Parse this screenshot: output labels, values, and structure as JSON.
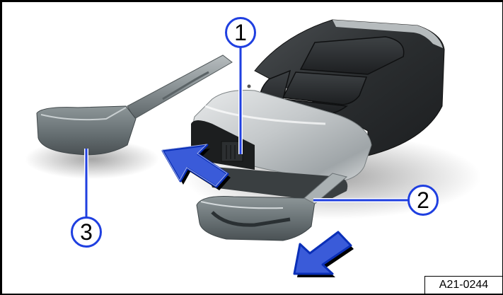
{
  "figure": {
    "id_label": "A21-0244",
    "subject": "vehicle-key-with-emergency-key-blade",
    "border_color": "#000000",
    "background": "#ffffff"
  },
  "callouts": [
    {
      "number": "1",
      "target": "release-button"
    },
    {
      "number": "2",
      "target": "key-blade-in-housing"
    },
    {
      "number": "3",
      "target": "removed-key-blade"
    }
  ],
  "arrows": [
    {
      "name": "push-arrow",
      "direction": "up-right-to-housing",
      "color": "#3a5bd9"
    },
    {
      "name": "pull-arrow",
      "direction": "down-left-out-of-housing",
      "color": "#3a5bd9"
    }
  ],
  "colors": {
    "callout_ring": "#1f3fe0",
    "arrow_fill": "#3a5bd9",
    "arrow_outline": "#0a2fb8",
    "key_body_dark": "#2b2e30",
    "key_cap_silver": "#c8cbcc",
    "blade_metal": "#7d8587"
  }
}
